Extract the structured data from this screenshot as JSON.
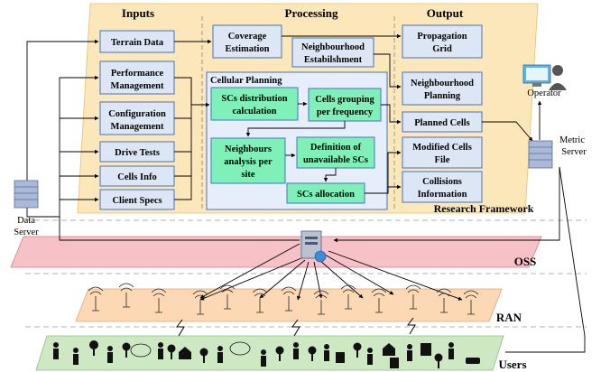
{
  "headers": {
    "inputs": "Inputs",
    "processing": "Processing",
    "output": "Output"
  },
  "inputs": [
    [
      "Terrain Data"
    ],
    [
      "Performance",
      "Management"
    ],
    [
      "Configuration",
      "Management"
    ],
    [
      "Drive Tests"
    ],
    [
      "Cells Info"
    ],
    [
      "Client Specs"
    ]
  ],
  "processing": {
    "coverage": [
      "Coverage",
      "Estimation"
    ],
    "neighbourhood": [
      "Neighbourhood",
      "Estabilshment"
    ],
    "cellular_planning_title": "Cellular Planning",
    "scs_distribution": [
      "SCs distribution",
      "calculation"
    ],
    "cells_grouping": [
      "Cells grouping",
      "per frequency"
    ],
    "neighbours_analysis": [
      "Neighbours",
      "analysis per",
      "site"
    ],
    "definition_unavailable": [
      "Definition of",
      "unavailable SCs"
    ],
    "scs_allocation": [
      "SCs allocation"
    ]
  },
  "outputs": [
    [
      "Propagation",
      "Grid"
    ],
    [
      "Neighbourhood",
      "Planning"
    ],
    [
      "Planned Cells"
    ],
    [
      "Modified Cells",
      "File"
    ],
    [
      "Collisions",
      "Information"
    ]
  ],
  "labels": {
    "research_framework": "Research Framework",
    "data_server": [
      "Data",
      "Server"
    ],
    "operator": "Operator",
    "metric_server": [
      "Metric",
      "Server"
    ],
    "oss": "OSS",
    "ran": "RAN",
    "users": "Users"
  },
  "colors": {
    "framework_bg": "#fbe7b9",
    "box_fill": "#dce6f5",
    "box_stroke": "#4472c4",
    "cell_fill": "#e7eefb",
    "green_fill": "#7ff0b8",
    "oss_fill": "#f6c2c8",
    "ran_fill": "#fcd9b4",
    "users_fill": "#cde8c3"
  }
}
